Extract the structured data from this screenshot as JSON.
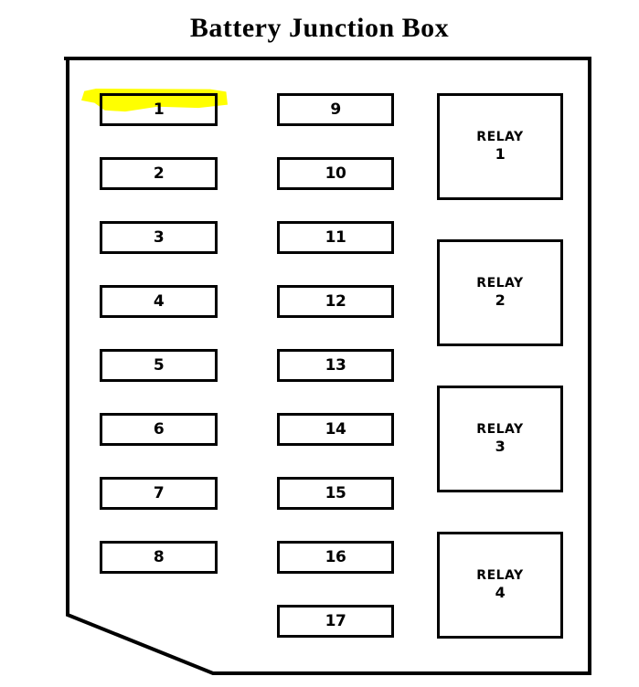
{
  "title": "Battery Junction Box",
  "colors": {
    "outline": "#000000",
    "background": "#ffffff",
    "highlighter": "#ffff00"
  },
  "diagram": {
    "type": "fuse-box-layout",
    "fuse_column_left": {
      "label": "fuse-column-left",
      "fuses": [
        {
          "number": "1",
          "highlighted": true
        },
        {
          "number": "2",
          "highlighted": false
        },
        {
          "number": "3",
          "highlighted": false
        },
        {
          "number": "4",
          "highlighted": false
        },
        {
          "number": "5",
          "highlighted": false
        },
        {
          "number": "6",
          "highlighted": false
        },
        {
          "number": "7",
          "highlighted": false
        },
        {
          "number": "8",
          "highlighted": false
        }
      ]
    },
    "fuse_column_right": {
      "label": "fuse-column-right",
      "fuses": [
        {
          "number": "9",
          "highlighted": false
        },
        {
          "number": "10",
          "highlighted": false
        },
        {
          "number": "11",
          "highlighted": false
        },
        {
          "number": "12",
          "highlighted": false
        },
        {
          "number": "13",
          "highlighted": false
        },
        {
          "number": "14",
          "highlighted": false
        },
        {
          "number": "15",
          "highlighted": false
        },
        {
          "number": "16",
          "highlighted": false
        },
        {
          "number": "17",
          "highlighted": false
        }
      ]
    },
    "relay_column": {
      "label": "relay-column",
      "word": "RELAY",
      "relays": [
        {
          "word": "RELAY",
          "number": "1"
        },
        {
          "word": "RELAY",
          "number": "2"
        },
        {
          "word": "RELAY",
          "number": "3"
        },
        {
          "word": "RELAY",
          "number": "4"
        }
      ]
    },
    "highlight_note": "yellow highlighter mark over fuse 1"
  }
}
